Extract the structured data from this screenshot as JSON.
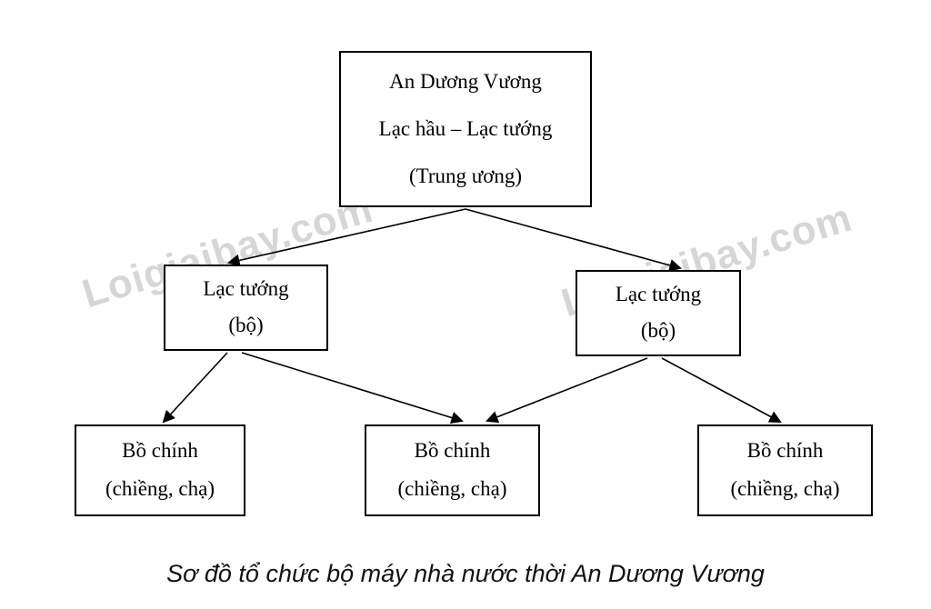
{
  "watermark": {
    "text": "Loigiaibay.com"
  },
  "caption": "Sơ đồ tổ chức bộ máy nhà nước thời An Dương Vương",
  "nodes": {
    "root": {
      "line1": "An Dương Vương",
      "line2": "Lạc hầu – Lạc tướng",
      "line3": "(Trung ương)"
    },
    "lac_tuong_left": {
      "line1": "Lạc tướng",
      "line2": "(bộ)"
    },
    "lac_tuong_right": {
      "line1": "Lạc tướng",
      "line2": "(bộ)"
    },
    "bo_chinh_1": {
      "line1": "Bồ chính",
      "line2": "(chiềng, chạ)"
    },
    "bo_chinh_2": {
      "line1": "Bồ chính",
      "line2": "(chiềng, chạ)"
    },
    "bo_chinh_3": {
      "line1": "Bồ chính",
      "line2": "(chiềng, chạ)"
    }
  },
  "colors": {
    "border": "#000000",
    "text": "#000000",
    "watermark": "#c9c9c9",
    "background": "#ffffff"
  }
}
